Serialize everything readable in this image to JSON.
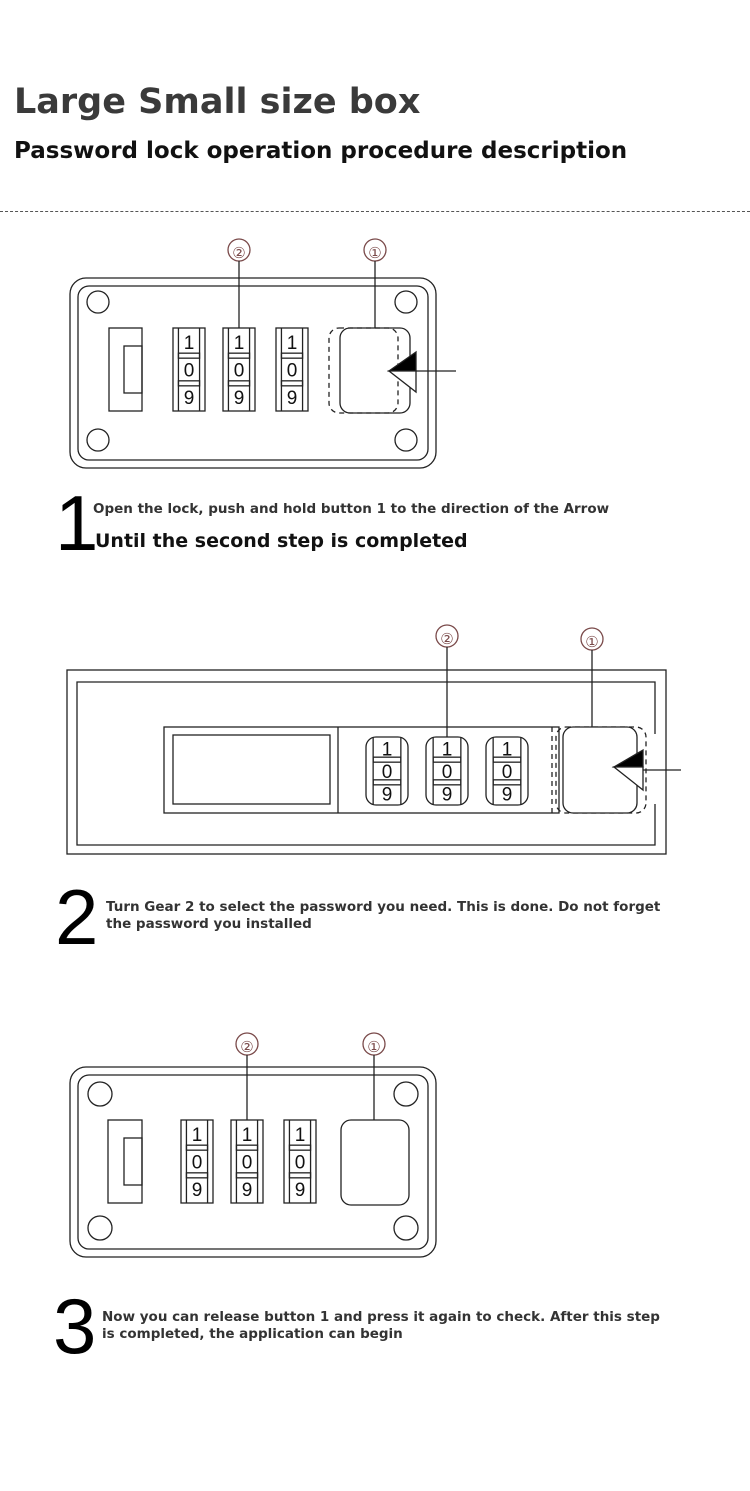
{
  "header": {
    "title": "Large Small size box",
    "subtitle": "Password lock operation procedure description"
  },
  "diagram": {
    "callout_gear": "②",
    "callout_button": "①",
    "wheel_digits": [
      "1",
      "0",
      "9"
    ]
  },
  "steps": [
    {
      "number": "1",
      "text": "Open the lock, push and hold button 1 to the direction of the Arrow",
      "text2": "Until the second step is completed"
    },
    {
      "number": "2",
      "text": "Turn Gear 2 to select the password you need. This is done. Do not forget the password you installed"
    },
    {
      "number": "3",
      "text": "Now you can release button 1 and press it again to check. After this step is completed, the application can begin"
    }
  ]
}
